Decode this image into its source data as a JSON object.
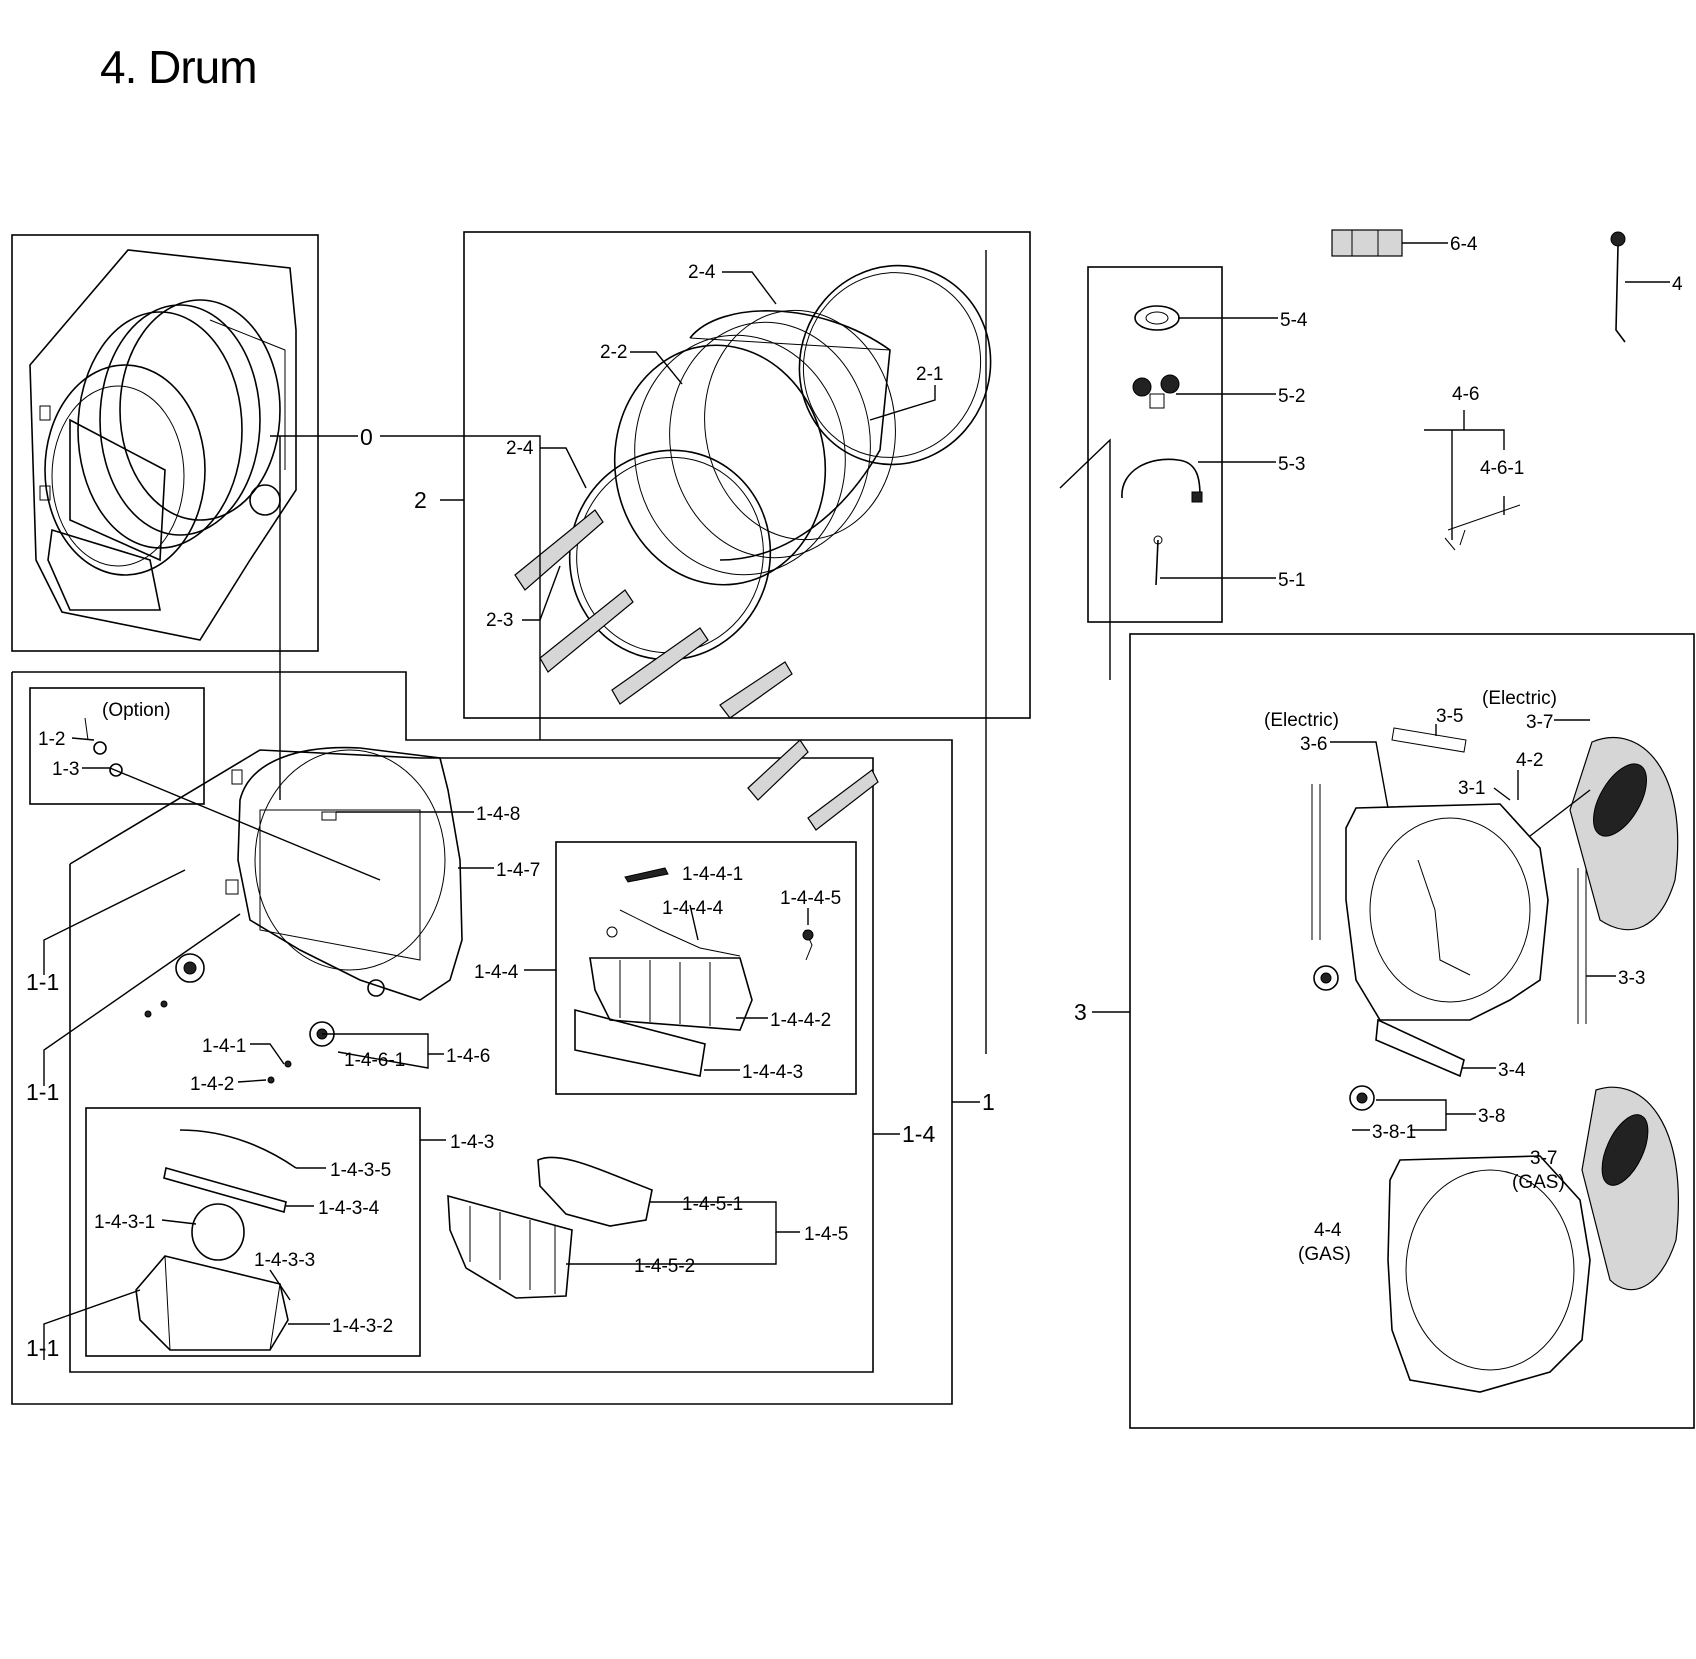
{
  "title": "4. Drum",
  "labels": {
    "p0": "0",
    "p1": "1",
    "p2": "2",
    "p3": "3",
    "p4": "4",
    "p1_1a": "1-1",
    "p1_1b": "1-1",
    "p1_1c": "1-1",
    "p1_2": "1-2",
    "p1_3": "1-3",
    "option": "(Option)",
    "p1_4": "1-4",
    "p1_4_1": "1-4-1",
    "p1_4_2": "1-4-2",
    "p1_4_3": "1-4-3",
    "p1_4_3_1": "1-4-3-1",
    "p1_4_3_2": "1-4-3-2",
    "p1_4_3_3": "1-4-3-3",
    "p1_4_3_4": "1-4-3-4",
    "p1_4_3_5": "1-4-3-5",
    "p1_4_4": "1-4-4",
    "p1_4_4_1": "1-4-4-1",
    "p1_4_4_2": "1-4-4-2",
    "p1_4_4_3": "1-4-4-3",
    "p1_4_4_4": "1-4-4-4",
    "p1_4_4_5": "1-4-4-5",
    "p1_4_5": "1-4-5",
    "p1_4_5_1": "1-4-5-1",
    "p1_4_5_2": "1-4-5-2",
    "p1_4_6": "1-4-6",
    "p1_4_6_1": "1-4-6-1",
    "p1_4_7": "1-4-7",
    "p1_4_8": "1-4-8",
    "p2_1": "2-1",
    "p2_2": "2-2",
    "p2_3": "2-3",
    "p2_4a": "2-4",
    "p2_4b": "2-4",
    "p3_1": "3-1",
    "p3_3": "3-3",
    "p3_4": "3-4",
    "p3_5": "3-5",
    "p3_6": "3-6",
    "p3_7a": "3-7",
    "p3_7b": "3-7",
    "p3_8": "3-8",
    "p3_8_1": "3-8-1",
    "electric_a": "(Electric)",
    "electric_b": "(Electric)",
    "gas_a": "(GAS)",
    "gas_b": "(GAS)",
    "p4_2": "4-2",
    "p4_4": "4-4",
    "p4_6": "4-6",
    "p4_6_1": "4-6-1",
    "p5_1": "5-1",
    "p5_2": "5-2",
    "p5_3": "5-3",
    "p5_4": "5-4",
    "p6_4": "6-4"
  }
}
